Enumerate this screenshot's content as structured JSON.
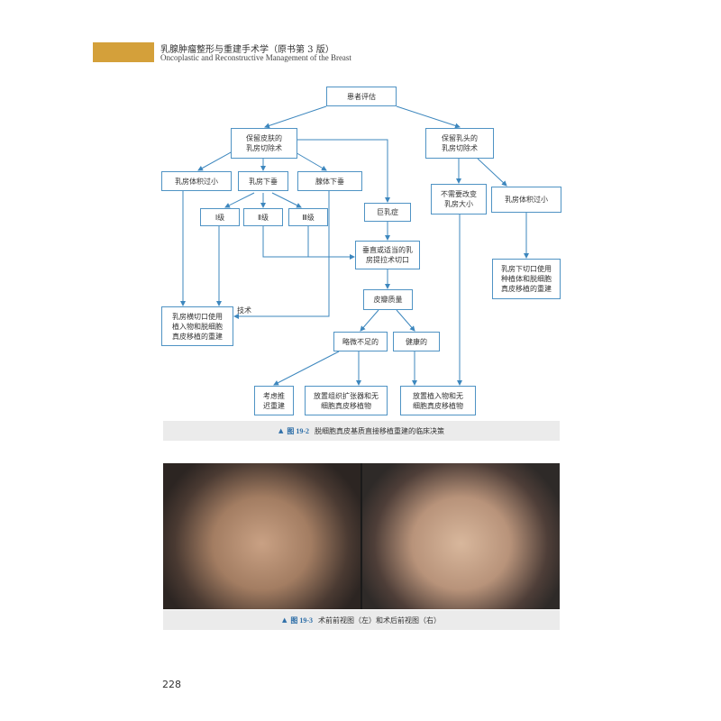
{
  "header": {
    "title": "乳腺肿瘤整形与重建手术学（原书第 3 版）",
    "subtitle": "Oncoplastic and Reconstructive Management of the Breast"
  },
  "flowchart": {
    "patient_eval": "患者评估",
    "skin_sparing": "保留皮肤的\n乳房切除术",
    "nipple_sparing": "保留乳头的\n乳房切除术",
    "small_volume": "乳房体积过小",
    "ptosis": "乳房下垂",
    "glandular_ptosis": "腺体下垂",
    "grade1": "Ⅰ级",
    "grade2": "Ⅱ级",
    "grade3": "Ⅲ级",
    "macromastia": "巨乳症",
    "no_size_change": "不需要改变\n乳房大小",
    "small_volume_right": "乳房体积过小",
    "vertical_incision": "垂直或适当的乳\n房提拉术切口",
    "inframammary_right": "乳房下切口使用\n种植体和脱细胞\n真皮移植的重建",
    "skin_quality": "皮瓣质量",
    "inframammary_left": "乳房横切口使用\n植入物和脱细胞\n真皮移植的重建",
    "technique_label": "技术",
    "marginal": "略微不足的",
    "healthy": "健康的",
    "consider_delay": "考虑推\n迟重建",
    "expander": "放置组织扩张器和无\n细胞真皮移植物",
    "implant": "放置植入物和无\n细胞真皮移植物"
  },
  "figure_19_2": {
    "number": "图 19-2",
    "caption": "脱细胞真皮基质直接移植重建的临床决策"
  },
  "figure_19_3": {
    "number": "图 19-3",
    "caption": "术前前视图（左）和术后前视图（右）"
  },
  "page_number": "228",
  "colors": {
    "accent_bar": "#d4a03a",
    "box_border": "#4f93c4",
    "arrow": "#3d87be",
    "caption_bg": "#ebebeb",
    "caption_fig": "#2f6fa8"
  }
}
